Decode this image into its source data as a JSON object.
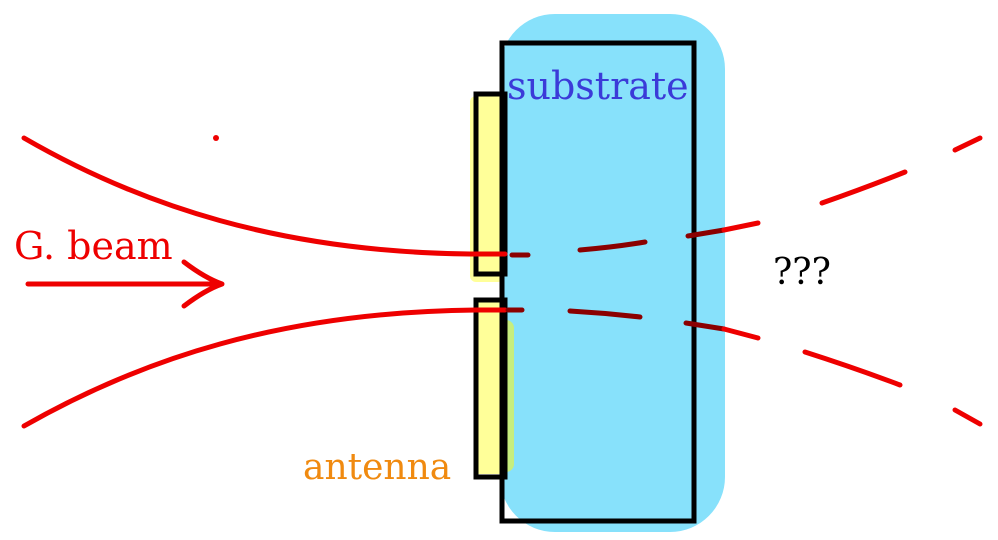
{
  "labels": {
    "substrate": "substrate",
    "beam": "G. beam",
    "antenna": "antenna",
    "unknown": "???"
  },
  "colors": {
    "substrate_fill": "#87e1fb",
    "antenna_fill": "#ffff99",
    "antenna_glow": "#c7ee7d",
    "beam": "#ee0000",
    "beam_inside": "#8b0000",
    "substrate_text": "#3b3bd8",
    "antenna_text": "#f08a10",
    "outline": "#000000",
    "unknown_text": "#000000"
  }
}
